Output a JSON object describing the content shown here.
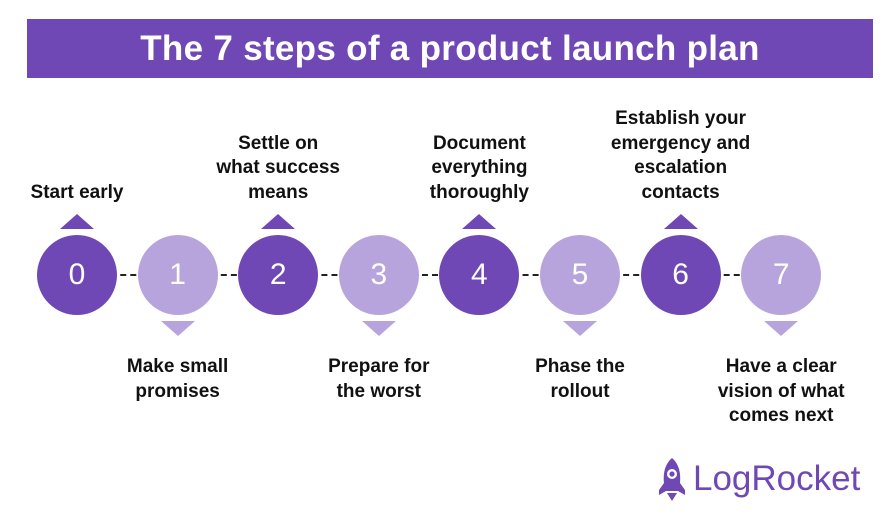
{
  "title": "The 7 steps of a product launch plan",
  "colors": {
    "banner": "#6f48b5",
    "dark_step": "#6f48b5",
    "light_step": "#b8a4dc",
    "text": "#111111"
  },
  "steps": [
    {
      "number": "0",
      "label_lines": [
        "Start early"
      ],
      "style": "dark",
      "label_position": "above"
    },
    {
      "number": "1",
      "label_lines": [
        "Make small",
        "promises"
      ],
      "style": "light",
      "label_position": "below"
    },
    {
      "number": "2",
      "label_lines": [
        "Settle on",
        "what success",
        "means"
      ],
      "style": "dark",
      "label_position": "above"
    },
    {
      "number": "3",
      "label_lines": [
        "Prepare for",
        "the worst"
      ],
      "style": "light",
      "label_position": "below"
    },
    {
      "number": "4",
      "label_lines": [
        "Document",
        "everything",
        "thoroughly"
      ],
      "style": "dark",
      "label_position": "above"
    },
    {
      "number": "5",
      "label_lines": [
        "Phase the",
        "rollout"
      ],
      "style": "light",
      "label_position": "below"
    },
    {
      "number": "6",
      "label_lines": [
        "Establish your",
        "emergency and",
        "escalation",
        "contacts"
      ],
      "style": "dark",
      "label_position": "above"
    },
    {
      "number": "7",
      "label_lines": [
        "Have a clear",
        "vision of what",
        "comes next"
      ],
      "style": "light",
      "label_position": "below"
    }
  ],
  "logo": {
    "icon": "rocket-icon",
    "text": "LogRocket"
  }
}
